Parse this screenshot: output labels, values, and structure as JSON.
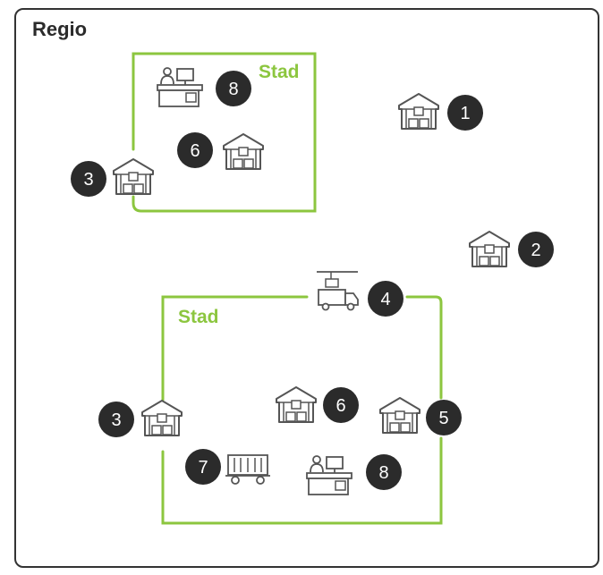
{
  "region": {
    "title": "Regio"
  },
  "colors": {
    "city_border": "#8cc63f",
    "badge": "#2b2b2b",
    "icon_stroke": "#555555",
    "frame": "#333333"
  },
  "cities": [
    {
      "label": "Stad",
      "nodes": [
        {
          "number": "8",
          "icon": "office-desk-icon"
        },
        {
          "number": "6",
          "icon": "warehouse-icon"
        },
        {
          "number": "3",
          "icon": "warehouse-icon"
        }
      ]
    },
    {
      "label": "Stad",
      "nodes": [
        {
          "number": "4",
          "icon": "crane-truck-icon"
        },
        {
          "number": "3",
          "icon": "warehouse-icon"
        },
        {
          "number": "6",
          "icon": "warehouse-icon"
        },
        {
          "number": "5",
          "icon": "warehouse-icon"
        },
        {
          "number": "7",
          "icon": "rail-wagon-icon"
        },
        {
          "number": "8",
          "icon": "office-desk-icon"
        }
      ]
    }
  ],
  "outside_nodes": [
    {
      "number": "1",
      "icon": "warehouse-icon"
    },
    {
      "number": "2",
      "icon": "warehouse-icon"
    }
  ]
}
